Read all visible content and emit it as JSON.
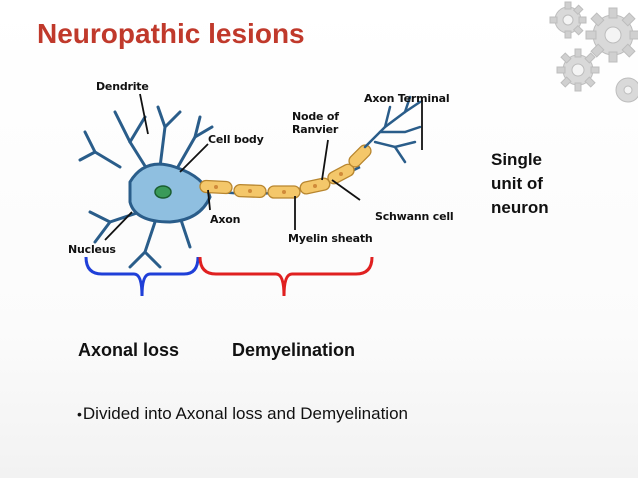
{
  "slide": {
    "title": "Neuropathic lesions",
    "diagram_labels": {
      "dendrite": "Dendrite",
      "cell_body": "Cell body",
      "nucleus": "Nucleus",
      "axon": "Axon",
      "node_of_ranvier_line1": "Node of",
      "node_of_ranvier_line2": "Ranvier",
      "axon_terminal": "Axon Terminal",
      "schwann_cell": "Schwann cell",
      "myelin_sheath": "Myelin sheath"
    },
    "side_note": [
      "Single",
      "unit of",
      "neuron"
    ],
    "categories": {
      "left": "Axonal loss",
      "right": "Demyelination"
    },
    "bullet": "Divided into Axonal loss and Demyelination",
    "colors": {
      "title": "#c0392b",
      "axonal_brace": "#1f3fd8",
      "demyelination_brace": "#e02020",
      "myelin": "#f4c76a",
      "cell_body": "#8fbfe0"
    }
  }
}
